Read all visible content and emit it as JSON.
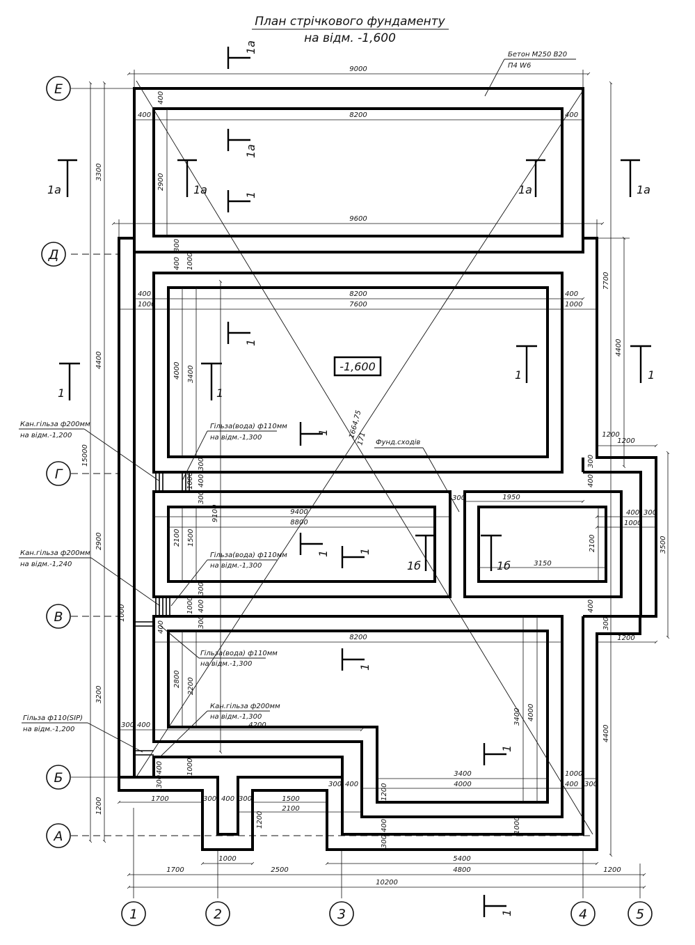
{
  "title": {
    "line1": "План стрічкового фундаменту",
    "line2": "на відм. -1,600"
  },
  "concrete_note": {
    "line1": "Бетон М250 В20",
    "line2": "П4 W6"
  },
  "level_mark": "-1,600",
  "stair_note": "Фунд.сходів",
  "axes_vertical": [
    "1",
    "2",
    "3",
    "4",
    "5"
  ],
  "axes_horizontal": [
    "Е",
    "Д",
    "Г",
    "В",
    "Б",
    "А"
  ],
  "sections": {
    "s1a": "1а",
    "s1": "1",
    "s1b": "1б"
  },
  "sleeve_notes": [
    {
      "line1": "Кан.гільза ф200мм",
      "line2": "на відм.-1,200"
    },
    {
      "line1": "Гільза(вода) ф110мм",
      "line2": "на відм.-1,300"
    },
    {
      "line1": "Кан.гільза ф200мм",
      "line2": "на відм.-1,240"
    },
    {
      "line1": "Гільза(вода) ф110мм",
      "line2": "на відм.-1,300"
    },
    {
      "line1": "Гільза(вода) ф110мм",
      "line2": "на відм.-1,300"
    },
    {
      "line1": "Кан.гільза ф200мм",
      "line2": "на відм.-1,300"
    },
    {
      "line1": "Гільза ф110(SIP)",
      "line2": "на відм.-1,200"
    }
  ],
  "diag_labels": {
    "d1": "1664,75",
    "d2": "171"
  },
  "dims": {
    "top_9000": "9000",
    "top_8200": "8200",
    "top_400_l": "400",
    "top_400_r": "400",
    "top_400_v": "400",
    "e_2900": "2900",
    "e_9600": "9600",
    "d_8200": "8200",
    "d_7600": "7600",
    "d_400_l": "400",
    "d_1000_l": "1000",
    "d_400_r": "400",
    "d_1000_r": "1000",
    "d_300": "300",
    "d_400_v": "400",
    "d_1000_v": "1000",
    "d_4000": "4000",
    "d_3400": "3400",
    "g_300": "300",
    "g_400": "400",
    "g_1000": "1000",
    "g_300b": "300",
    "g_9100": "9100",
    "g_9400": "9400",
    "g_8800": "8800",
    "g_2100": "2100",
    "g_1500": "1500",
    "g_300c": "300",
    "g_1950": "1950",
    "g_3150": "3150",
    "g_2100b": "2100",
    "g_1200": "1200",
    "g_400r": "400",
    "g_300r": "300",
    "g_1000r": "1000",
    "g_400v": "400",
    "g_300v": "300",
    "g_400v2": "400",
    "g_300v2": "300",
    "g_3500": "3500",
    "g_1200b": "1200",
    "v_300": "300",
    "v_400": "400",
    "v_1000": "1000",
    "v_300b": "300",
    "v_8200": "8200",
    "v_2800": "2800",
    "v_2200": "2200",
    "v_4200": "4200",
    "v_300l": "300",
    "v_400l": "400",
    "v_3400": "3400",
    "v_4000": "4000",
    "v_4400r": "4400",
    "b_300": "300",
    "b_400": "400",
    "b_1000": "1000",
    "b_3400": "3400",
    "b_4000": "4000",
    "b_1000r": "1000",
    "b_400r": "400",
    "b_300r": "300",
    "b_1700": "1700",
    "b_300_2": "300",
    "b_400_2": "400",
    "b_300_3": "300",
    "b_1500": "1500",
    "b_2100": "2100",
    "b_1200": "1200",
    "b_300_4": "300",
    "b_400_4": "400",
    "b_1200v": "1200",
    "b_400v": "400",
    "b_300v": "300",
    "b_1000v": "1000",
    "a_1000": "1000",
    "a_5400": "5400",
    "a_1700": "1700",
    "a_2500": "2500",
    "a_4800": "4800",
    "a_1200": "1200",
    "a_10200": "10200",
    "l_3300": "3300",
    "l_4400": "4400",
    "l_15000": "15000",
    "l_2900": "2900",
    "l_3200": "3200",
    "l_1200": "1200",
    "r_7700": "7700",
    "r_4400": "4400",
    "r_1200": "1200",
    "v_400s": "400",
    "v_1000s": "1000"
  }
}
